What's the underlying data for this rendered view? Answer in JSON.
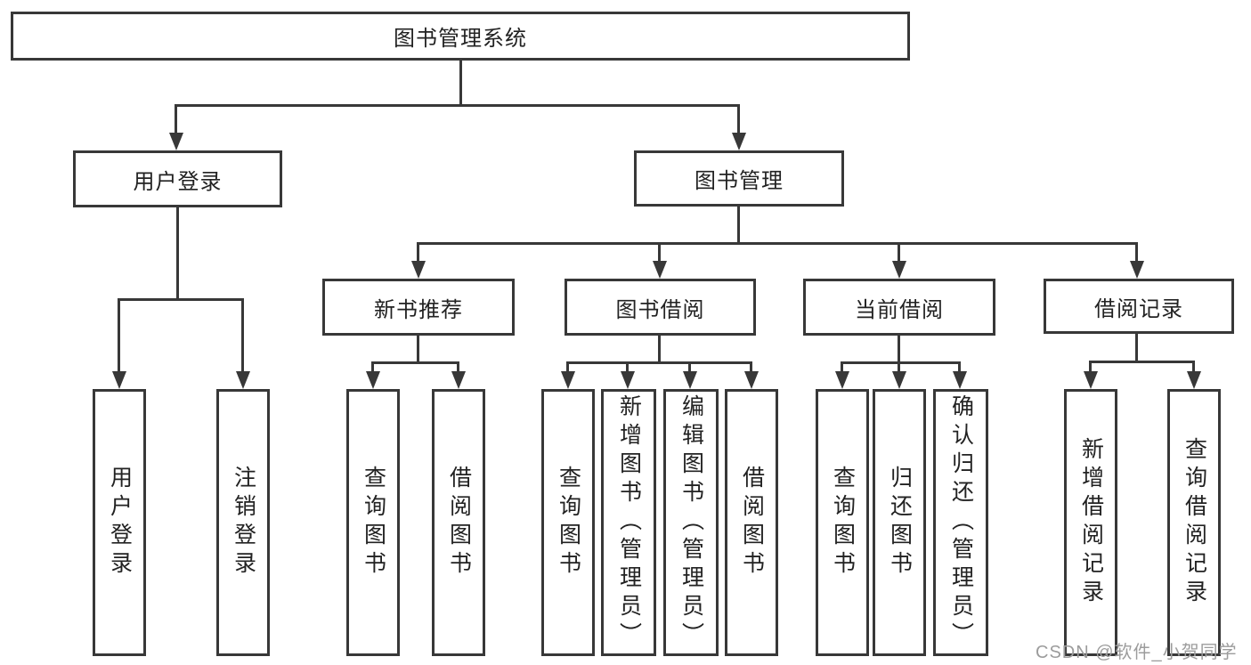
{
  "tree": {
    "label": "图书管理系统",
    "children": [
      {
        "label": "用户登录",
        "children": [
          {
            "label": "用户登录"
          },
          {
            "label": "注销登录"
          }
        ]
      },
      {
        "label": "图书管理",
        "children": [
          {
            "label": "新书推荐",
            "children": [
              {
                "label": "查询图书"
              },
              {
                "label": "借阅图书"
              }
            ]
          },
          {
            "label": "图书借阅",
            "children": [
              {
                "label": "查询图书"
              },
              {
                "label": "新增图书（管理员）"
              },
              {
                "label": "编辑图书（管理员）"
              },
              {
                "label": "借阅图书"
              }
            ]
          },
          {
            "label": "当前借阅",
            "children": [
              {
                "label": "查询图书"
              },
              {
                "label": "归还图书"
              },
              {
                "label": "确认归还（管理员）"
              }
            ]
          },
          {
            "label": "借阅记录",
            "children": [
              {
                "label": "新增借阅记录"
              },
              {
                "label": "查询借阅记录"
              }
            ]
          }
        ]
      }
    ]
  },
  "watermark": {
    "text": "CSDN @软件_小贺同学"
  },
  "colors": {
    "line": "#383838",
    "text": "#222222",
    "watermark_text": "#9c9c9c",
    "background": "#ffffff"
  }
}
